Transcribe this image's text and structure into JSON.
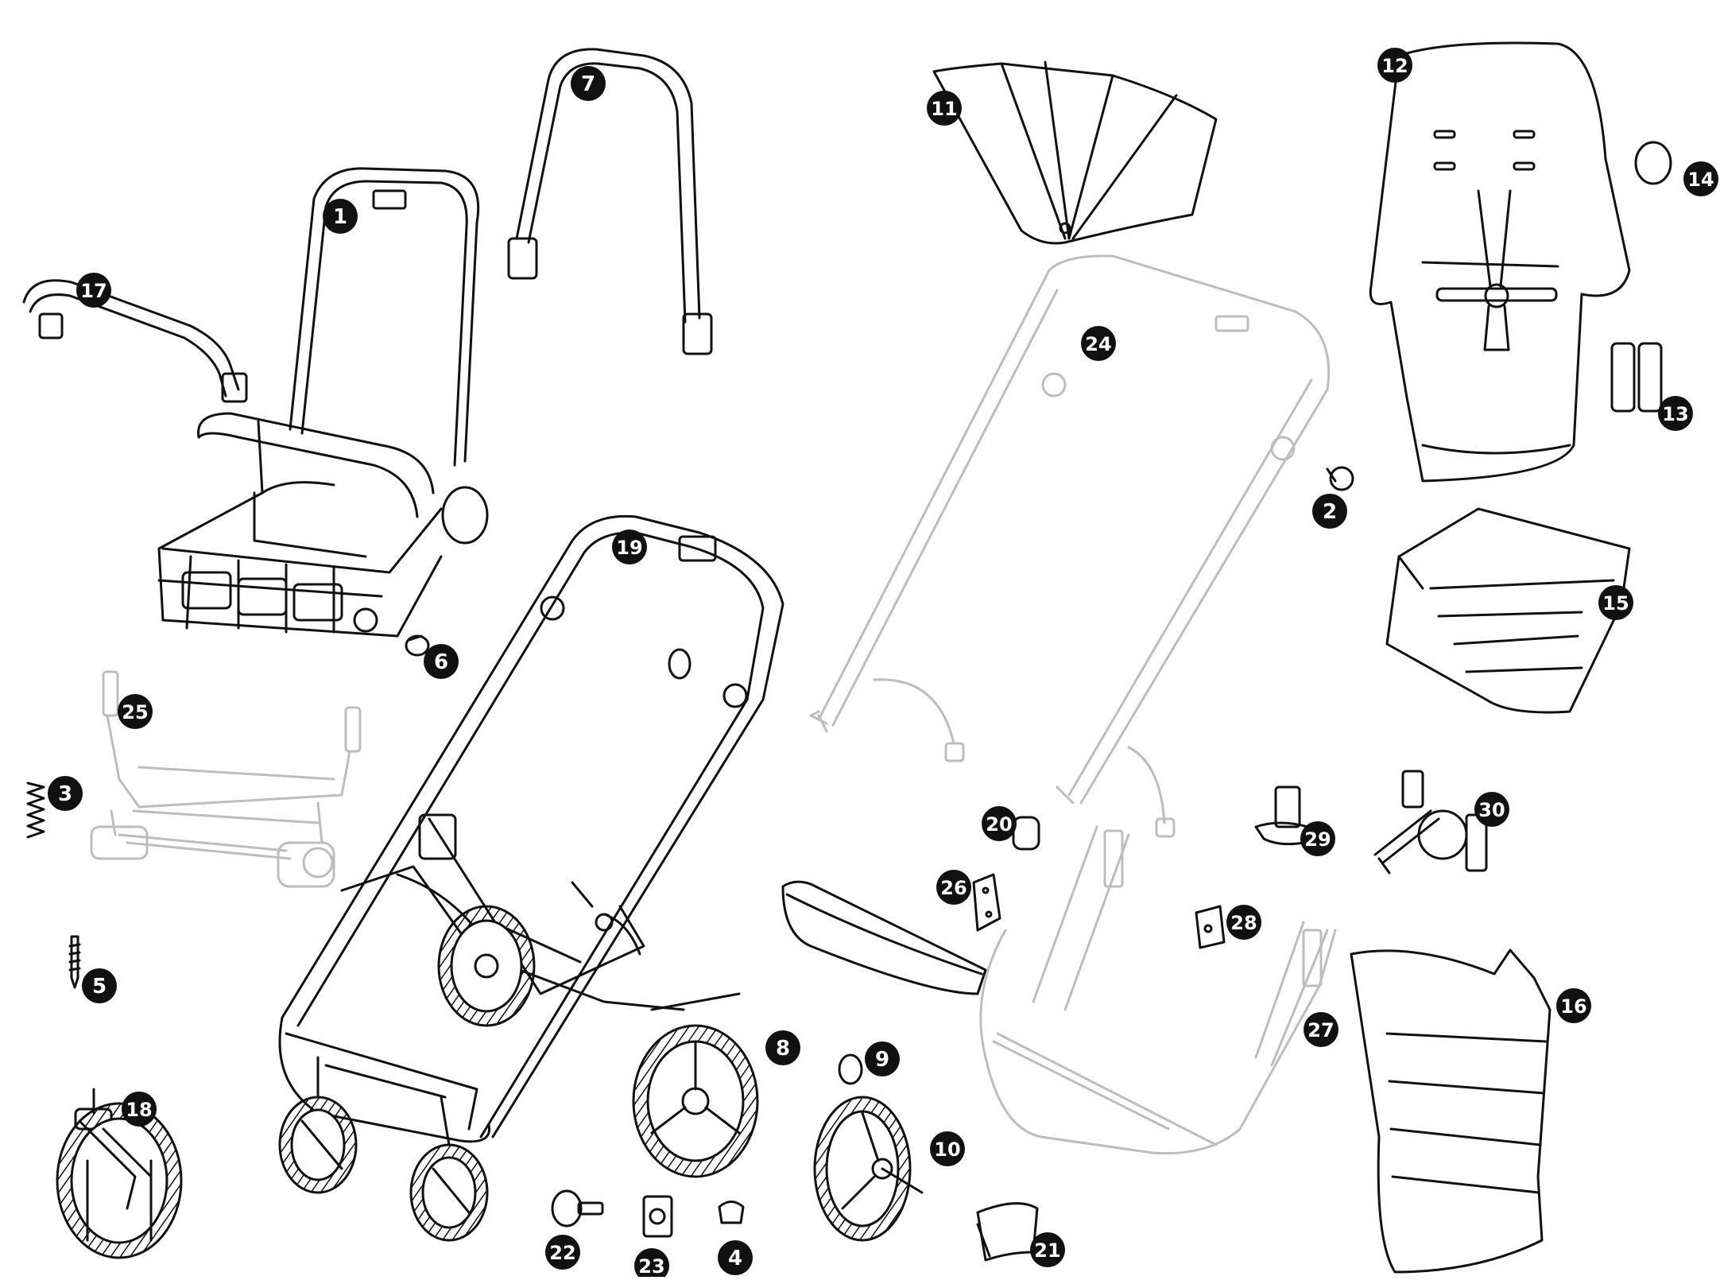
{
  "diagram": {
    "type": "exploded-parts-diagram",
    "colors": {
      "line": "#111111",
      "faded_line": "#bdbdbd",
      "badge_fill": "#111111",
      "badge_text": "#ffffff",
      "background": "#ffffff"
    },
    "parts": [
      {
        "id": "1",
        "label": "1"
      },
      {
        "id": "2",
        "label": "2"
      },
      {
        "id": "3",
        "label": "3"
      },
      {
        "id": "4",
        "label": "4"
      },
      {
        "id": "5",
        "label": "5"
      },
      {
        "id": "6",
        "label": "6"
      },
      {
        "id": "7",
        "label": "7"
      },
      {
        "id": "8",
        "label": "8"
      },
      {
        "id": "9",
        "label": "9"
      },
      {
        "id": "10",
        "label": "10"
      },
      {
        "id": "11",
        "label": "11"
      },
      {
        "id": "12",
        "label": "12"
      },
      {
        "id": "13",
        "label": "13"
      },
      {
        "id": "14",
        "label": "14"
      },
      {
        "id": "15",
        "label": "15"
      },
      {
        "id": "16",
        "label": "16"
      },
      {
        "id": "17",
        "label": "17"
      },
      {
        "id": "18",
        "label": "18"
      },
      {
        "id": "19",
        "label": "19"
      },
      {
        "id": "20",
        "label": "20"
      },
      {
        "id": "21",
        "label": "21"
      },
      {
        "id": "22",
        "label": "22"
      },
      {
        "id": "23",
        "label": "23"
      },
      {
        "id": "24",
        "label": "24"
      },
      {
        "id": "25",
        "label": "25"
      },
      {
        "id": "26",
        "label": "26"
      },
      {
        "id": "27",
        "label": "27"
      },
      {
        "id": "28",
        "label": "28"
      },
      {
        "id": "29",
        "label": "29"
      },
      {
        "id": "30",
        "label": "30"
      }
    ]
  }
}
